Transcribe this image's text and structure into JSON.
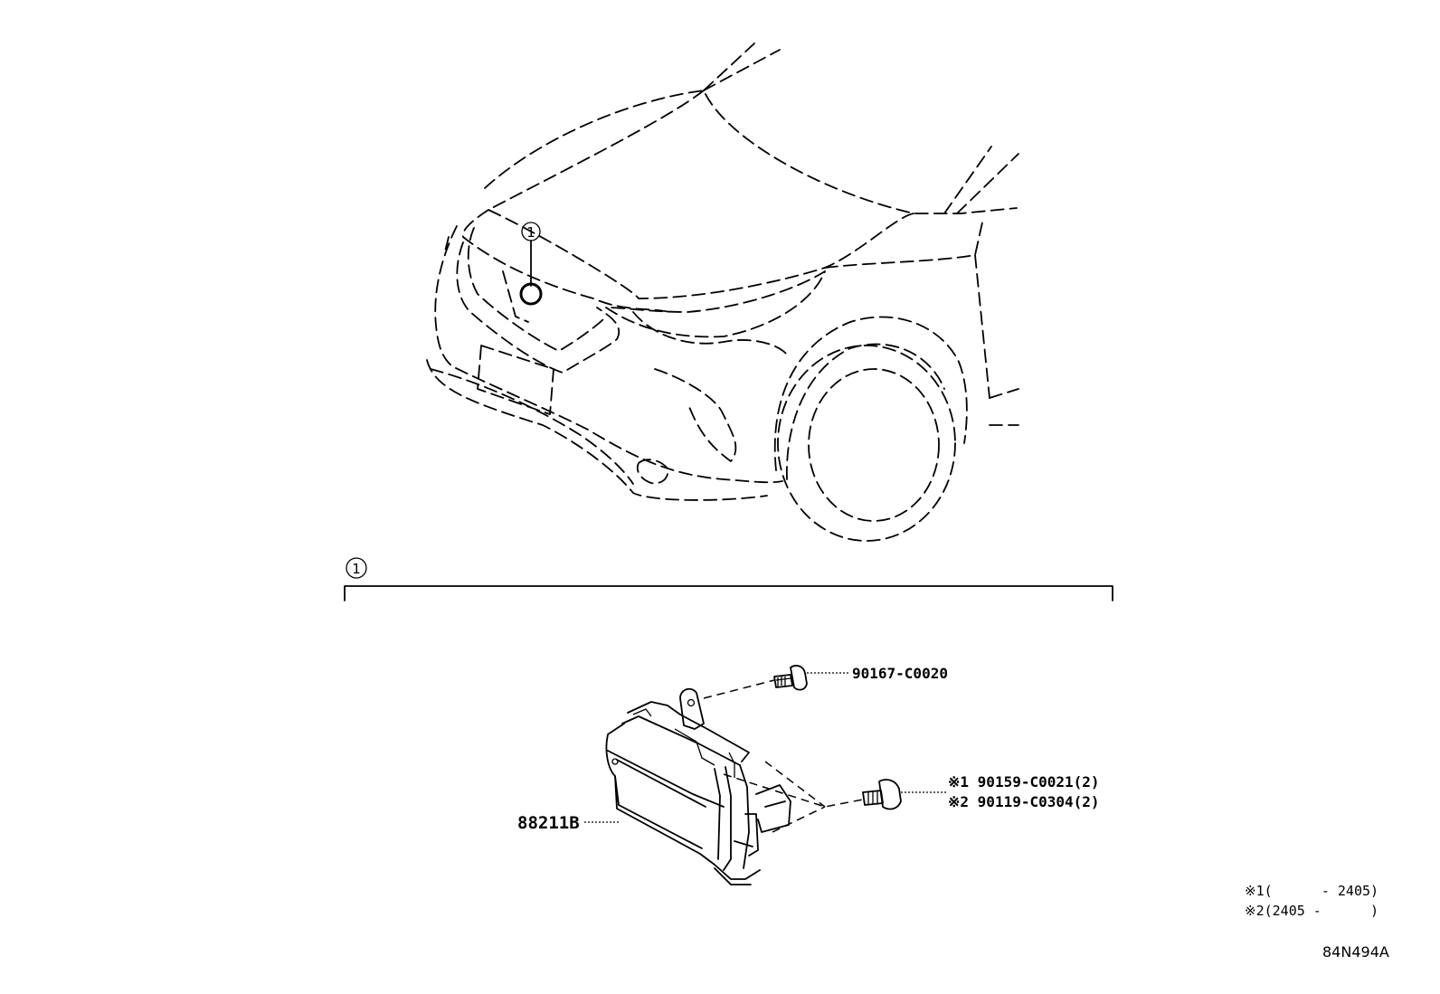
{
  "callout": {
    "marker_number": "1",
    "bracket_number": "1"
  },
  "parts": {
    "bolt_top": "90167-C0020",
    "bolt_side_line1": "※1 90159-C0021(2)",
    "bolt_side_line2": "※2 90119-C0304(2)",
    "sensor": "88211B"
  },
  "notes": {
    "note1": "※1(      - 2405)",
    "note2": "※2(2405 -      )"
  },
  "diagram_code": "84N494A"
}
